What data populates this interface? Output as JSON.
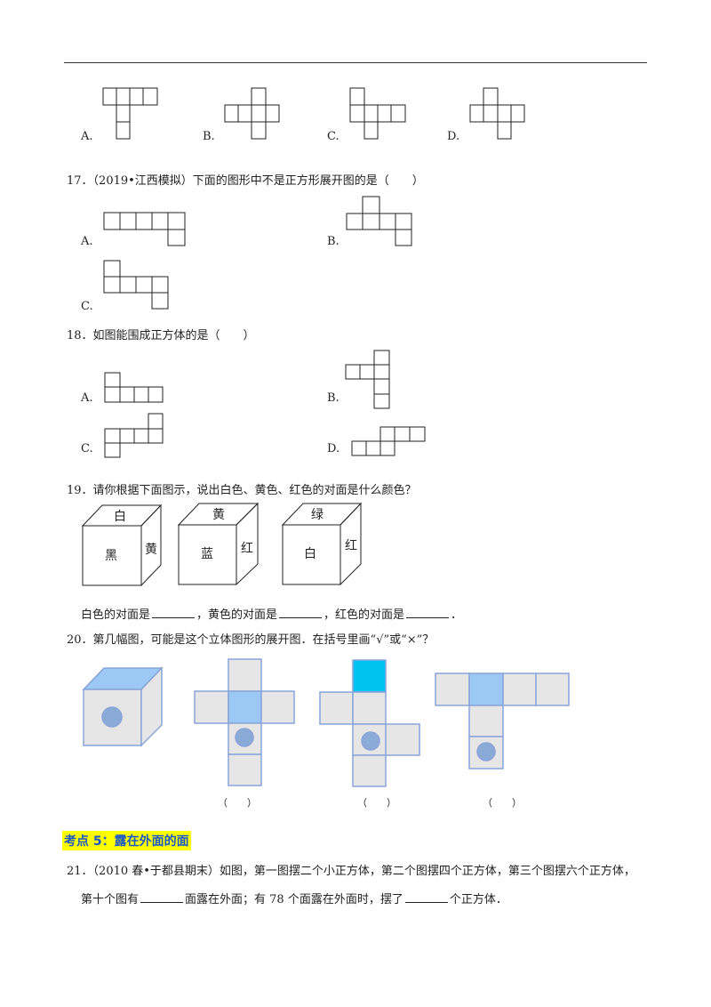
{
  "q16": {
    "options": [
      "A.",
      "B.",
      "C.",
      "D."
    ]
  },
  "q17": {
    "stem": "17．（2019•江西模拟）下面的图形中不是正方形展开图的是（　　）",
    "options": [
      "A.",
      "B.",
      "C."
    ]
  },
  "q18": {
    "stem": "18．如图能围成正方体的是（　　）",
    "options": [
      "A.",
      "B.",
      "C.",
      "D."
    ]
  },
  "q19": {
    "stem": "19．请你根据下面图示，说出白色、黄色、红色的对面是什么颜色？",
    "cubes": [
      {
        "top": "白",
        "front": "黑",
        "side": "黄"
      },
      {
        "top": "黄",
        "front": "蓝",
        "side": "红"
      },
      {
        "top": "绿",
        "front": "白",
        "side": "红"
      }
    ],
    "answer_parts": [
      "白色的对面是",
      "，黄色的对面是",
      "，红色的对面是",
      "．"
    ]
  },
  "q20": {
    "stem": "20．第几幅图，可能是这个立体图形的展开图．在括号里画“√”或“×”？",
    "brackets": [
      "（　　）",
      "（　　）",
      "（　　）"
    ],
    "colors": {
      "face": "#e6e6e6",
      "edge": "#8aa4d8",
      "blue": "#9cc8f5",
      "cyan": "#00c4f0",
      "circle": "#8aaad8"
    }
  },
  "section": {
    "title": "考点 5：露在外面的面"
  },
  "q21": {
    "line1": "21．（2010 春•于都县期末）如图，第一图摆二个小正方体，第二个图摆四个正方体，第三个图摆六个正方体，",
    "line2_a": "第十个图有",
    "line2_b": "面露在外面；有 78 个面露在外面时，摆了",
    "line2_c": "个正方体．"
  }
}
